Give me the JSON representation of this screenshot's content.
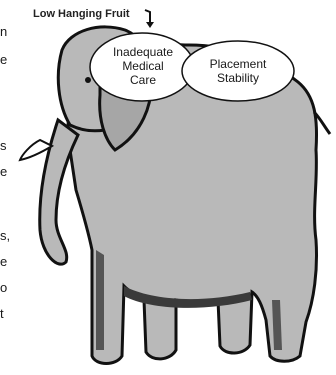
{
  "arrow_label": "Low Hanging Fruit",
  "clouds": [
    {
      "lines": [
        "Inadequate",
        "Medical",
        "Care"
      ]
    },
    {
      "lines": [
        "Placement",
        "Stability"
      ]
    }
  ],
  "cut_off_text": [
    "n",
    "e",
    "s",
    "e",
    "s,",
    "e",
    "o",
    "t"
  ],
  "colors": {
    "elephant_fill": "#b9b9b9",
    "outline": "#111111",
    "cloud_fill": "#ffffff"
  }
}
